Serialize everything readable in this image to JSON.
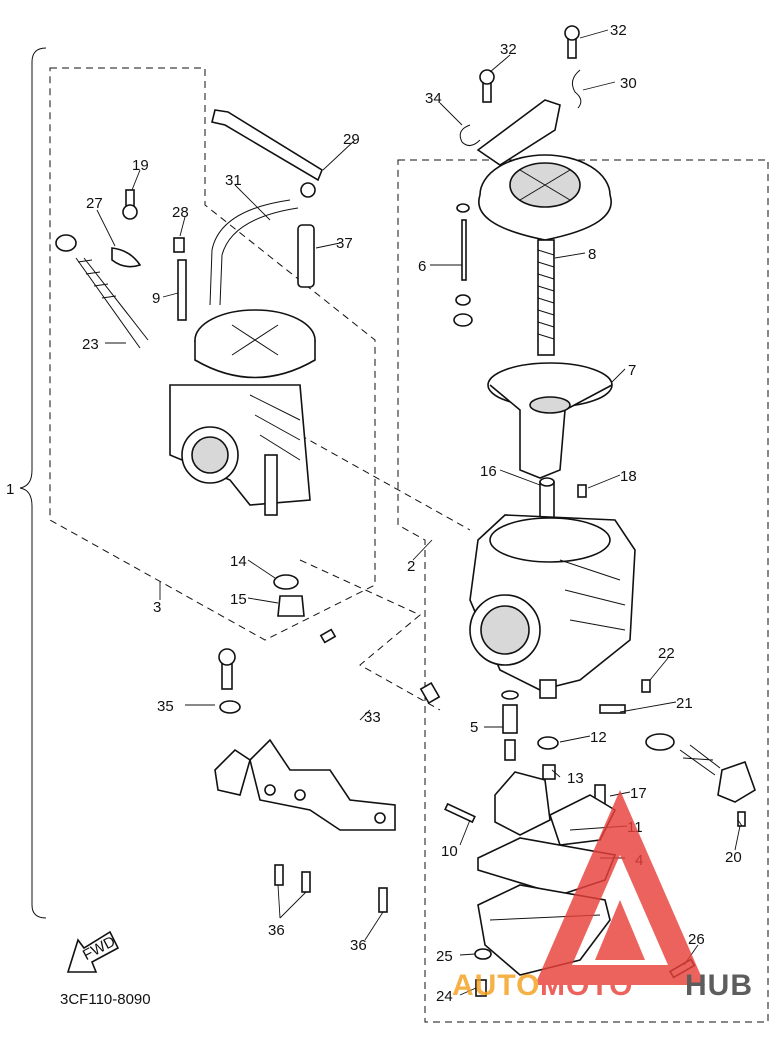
{
  "diagram": {
    "part_code": "3CF110-8090",
    "fwd_label": "FWD",
    "callouts": [
      "1",
      "2",
      "3",
      "4",
      "5",
      "6",
      "7",
      "8",
      "9",
      "10",
      "11",
      "12",
      "13",
      "14",
      "15",
      "16",
      "17",
      "18",
      "19",
      "20",
      "21",
      "22",
      "23",
      "24",
      "25",
      "26",
      "27",
      "28",
      "29",
      "30",
      "31",
      "32",
      "33",
      "34",
      "35",
      "36",
      "37"
    ]
  },
  "watermark": {
    "auto": "AUTO",
    "moto": "MOTO",
    "hub": "HUB",
    "color_red": "#e8403a",
    "color_orange": "#f4a11e",
    "color_dark": "#3a3a3a"
  }
}
